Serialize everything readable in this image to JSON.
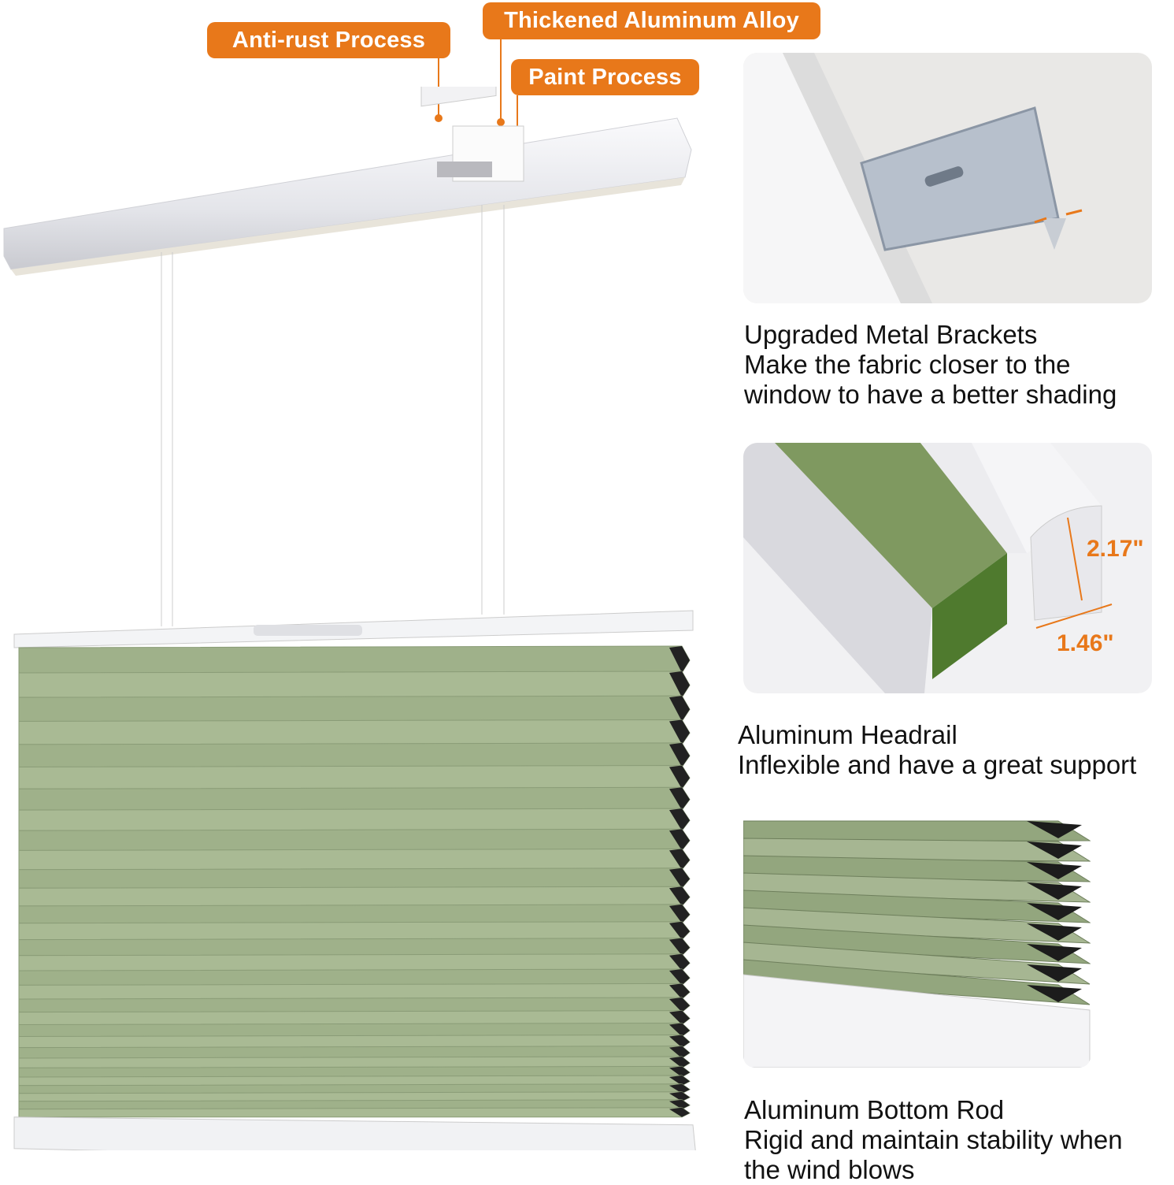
{
  "callouts": {
    "anti_rust": "Anti-rust Process",
    "aluminum": "Thickened Aluminum Alloy",
    "paint": "Paint Process"
  },
  "features": [
    {
      "title": "Upgraded Metal Brackets",
      "lines": [
        "Make the fabric closer to the",
        "window to have a better shading"
      ]
    },
    {
      "title": "Aluminum Headrail",
      "lines": [
        "Inflexible and have a great support"
      ]
    },
    {
      "title": "Aluminum Bottom Rod",
      "lines": [
        "Rigid and maintain stability when",
        "the wind blows"
      ]
    }
  ],
  "dimensions": {
    "height": "2.17\"",
    "depth": "1.46\""
  },
  "colors": {
    "accent": "#E8781A",
    "fabric": "#9DB088",
    "fabric_dark": "#4F7A2E"
  }
}
